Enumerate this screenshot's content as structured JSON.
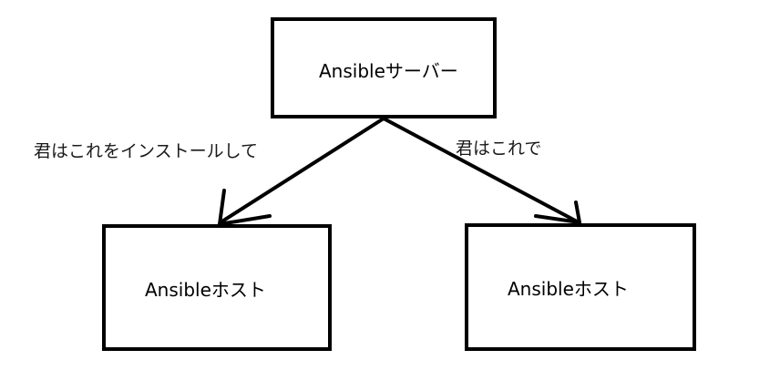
{
  "diagram": {
    "nodes": {
      "server": {
        "label": "Ansibleサーバー"
      },
      "host_left": {
        "label": "Ansibleホスト"
      },
      "host_right": {
        "label": "Ansibleホスト"
      }
    },
    "edges": [
      {
        "from": "server",
        "to": "host_left",
        "label": "君はこれをインストールして"
      },
      {
        "from": "server",
        "to": "host_right",
        "label": "君はこれで"
      }
    ],
    "colors": {
      "stroke": "#000000",
      "background": "#ffffff"
    }
  }
}
